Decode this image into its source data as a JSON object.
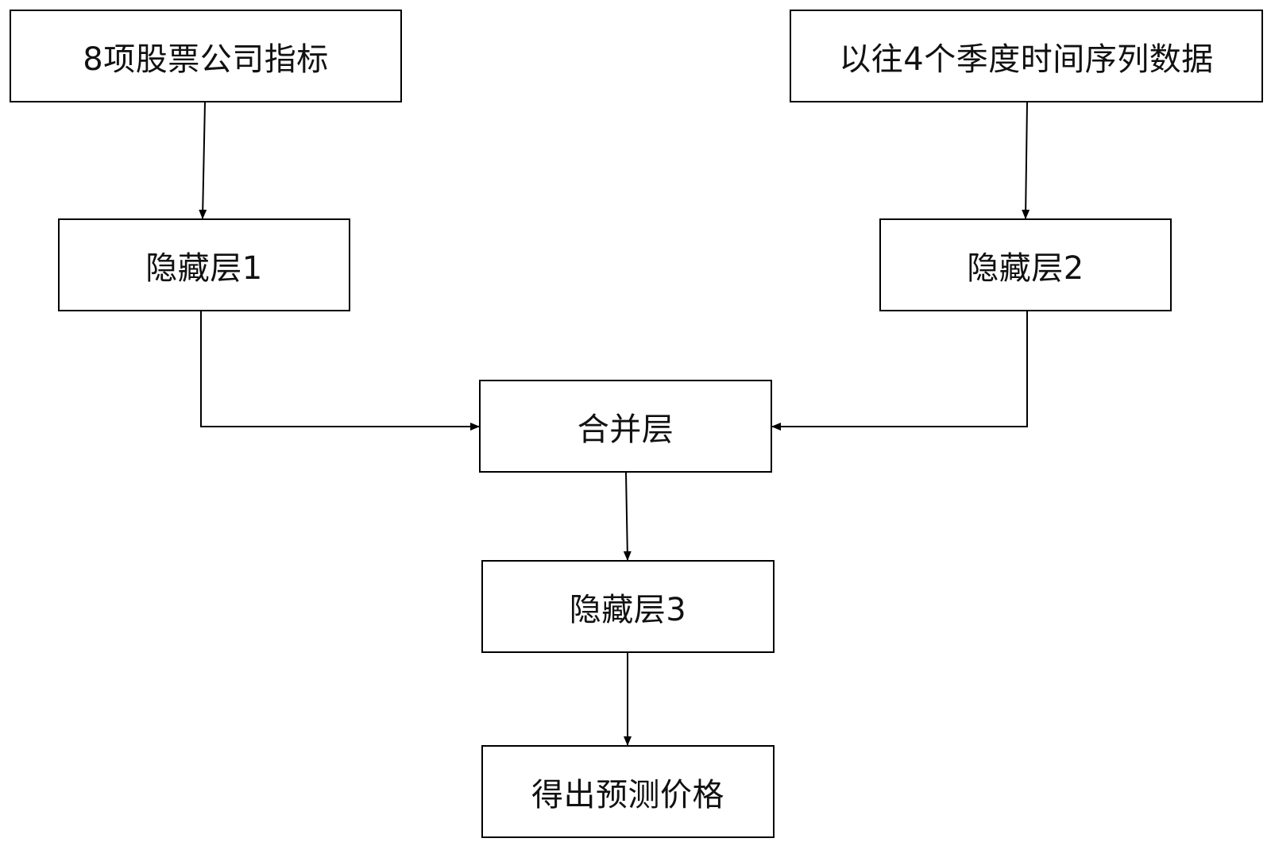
{
  "diagram": {
    "nodes": {
      "indicators": "8项股票公司指标",
      "timeseries": "以往4个季度时间序列数据",
      "hidden1": "隐藏层1",
      "hidden2": "隐藏层2",
      "merge": "合并层",
      "hidden3": "隐藏层3",
      "output": "得出预测价格"
    },
    "edges": [
      {
        "from": "indicators",
        "to": "hidden1"
      },
      {
        "from": "timeseries",
        "to": "hidden2"
      },
      {
        "from": "hidden1",
        "to": "merge"
      },
      {
        "from": "hidden2",
        "to": "merge"
      },
      {
        "from": "merge",
        "to": "hidden3"
      },
      {
        "from": "hidden3",
        "to": "output"
      }
    ],
    "colors": {
      "stroke": "#000000",
      "background": "#ffffff",
      "text": "#111111"
    }
  }
}
